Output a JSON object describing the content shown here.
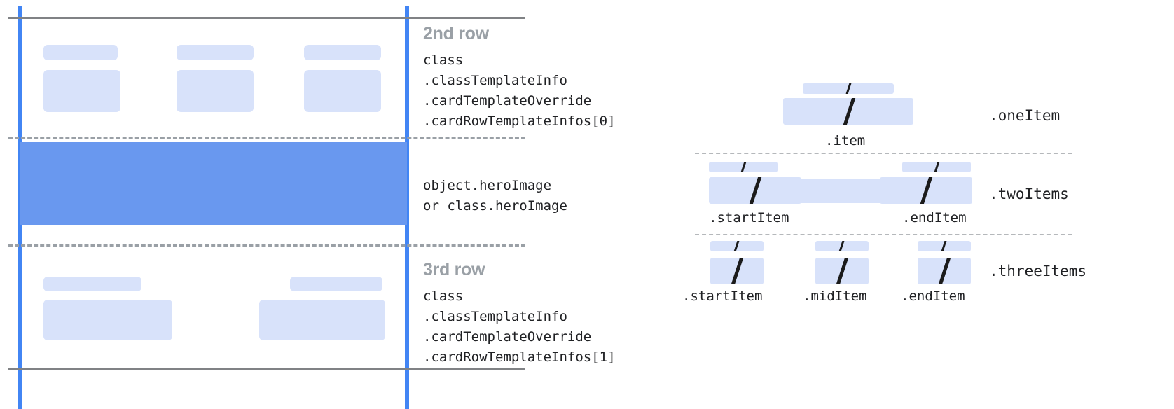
{
  "left_diagram": {
    "rows": [
      {
        "title": "2nd row",
        "code": "class\n.classTemplateInfo\n.cardTemplateOverride\n.cardRowTemplateInfos[0]"
      },
      {
        "title": "",
        "code": "object.heroImage\nor class.heroImage"
      },
      {
        "title": "3rd row",
        "code": "class\n.classTemplateInfo\n.cardTemplateOverride\n.cardRowTemplateInfos[1]"
      }
    ]
  },
  "right_diagram": {
    "variants": [
      {
        "name": ".oneItem",
        "items": [
          ".item"
        ]
      },
      {
        "name": ".twoItems",
        "items": [
          ".startItem",
          ".endItem"
        ]
      },
      {
        "name": ".threeItems",
        "items": [
          ".startItem",
          ".midItem",
          ".endItem"
        ]
      }
    ]
  },
  "colors": {
    "accent_blue": "#4285f4",
    "hero_blue": "#6998ef",
    "placeholder_blue": "#d8e2fa",
    "rule_gray": "#808285",
    "dash_gray": "#9aa0a6",
    "title_gray": "#9aa0a6",
    "text_dark": "#202124"
  }
}
